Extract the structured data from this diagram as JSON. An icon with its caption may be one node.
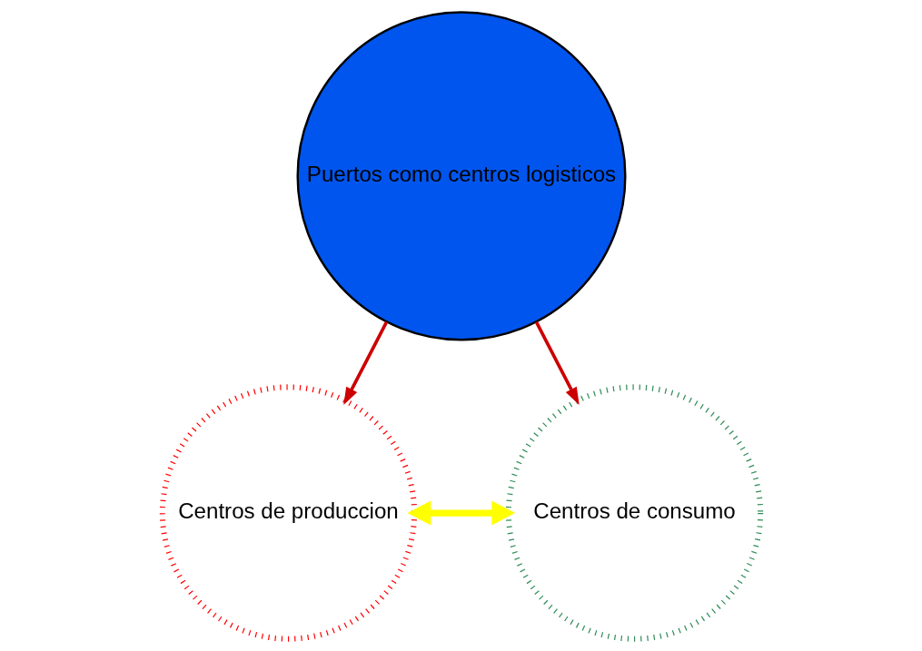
{
  "diagram": {
    "nodes": [
      {
        "text": [
          "Puertos como centros logisticos"
        ]
      },
      {
        "text": [
          "Centros de produccion"
        ]
      },
      {
        "text": [
          "Centros de consumo"
        ]
      }
    ],
    "edges": [
      {
        "from": 1,
        "to": 2,
        "arrow": "both",
        "style": "thick",
        "color": "#ffff00"
      },
      {
        "from": 0,
        "to": 1,
        "arrow": "to"
      },
      {
        "from": 0,
        "to": 2,
        "arrow": "to"
      }
    ]
  }
}
